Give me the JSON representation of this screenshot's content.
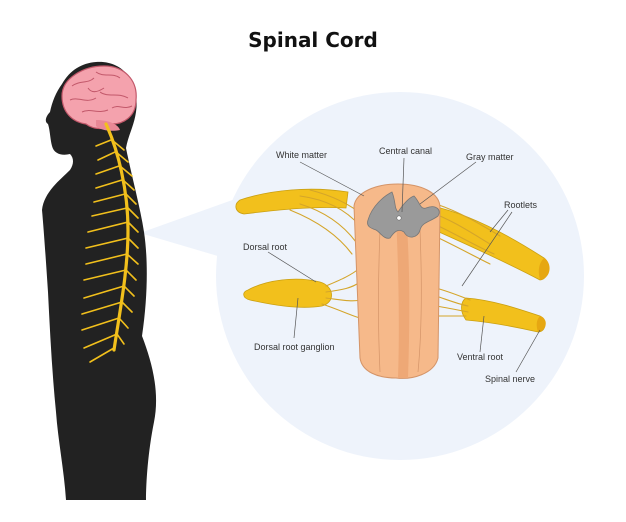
{
  "title": "Spinal Cord",
  "labels": {
    "white_matter": "White matter",
    "central_canal": "Central canal",
    "gray_matter": "Gray matter",
    "rootlets": "Rootlets",
    "dorsal_root": "Dorsal root",
    "dorsal_root_ganglion": "Dorsal root ganglion",
    "ventral_root": "Ventral root",
    "spinal_nerve": "Spinal nerve"
  },
  "colors": {
    "silhouette": "#222222",
    "brain": "#f4a2ad",
    "nerve_yellow": "#f2c01c",
    "cord_peach": "#f6b98a",
    "gray_matter": "#9a9a9a",
    "zoom_circle": "#eef3fb"
  }
}
